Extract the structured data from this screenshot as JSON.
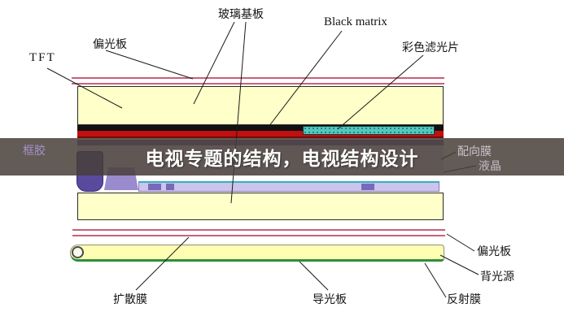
{
  "banner": {
    "title": "电视专题的结构，电视结构设计"
  },
  "labels": {
    "tft": "TFT",
    "polarizer_top": "偏光板",
    "glass_substrate": "玻璃基板",
    "black_matrix": "Black matrix",
    "color_filter": "彩色滤光片",
    "frame_seal": "框胶",
    "alignment_film": "配向膜",
    "liquid_crystal": "液晶",
    "polarizer_bottom": "偏光板",
    "backlight": "背光源",
    "reflector": "反射膜",
    "diffuser": "扩散膜",
    "light_guide": "导光板"
  },
  "colors": {
    "glass_substrate": "#ffffc9",
    "light_guide_plate": "#ffffb4",
    "black_matrix": "#111111",
    "red_layer": "#c01010",
    "color_filter_teal": "#55c8be",
    "frame_seal_purple": "#5a4a9e",
    "tft_lavender": "#ccc4ea",
    "cyan_line": "#2ab4c8",
    "polarizer_pink": "#c9607a",
    "reflector_green": "#2f8f3a",
    "banner_background": "rgba(72,62,56,0.85)",
    "banner_text": "#ffffff"
  }
}
